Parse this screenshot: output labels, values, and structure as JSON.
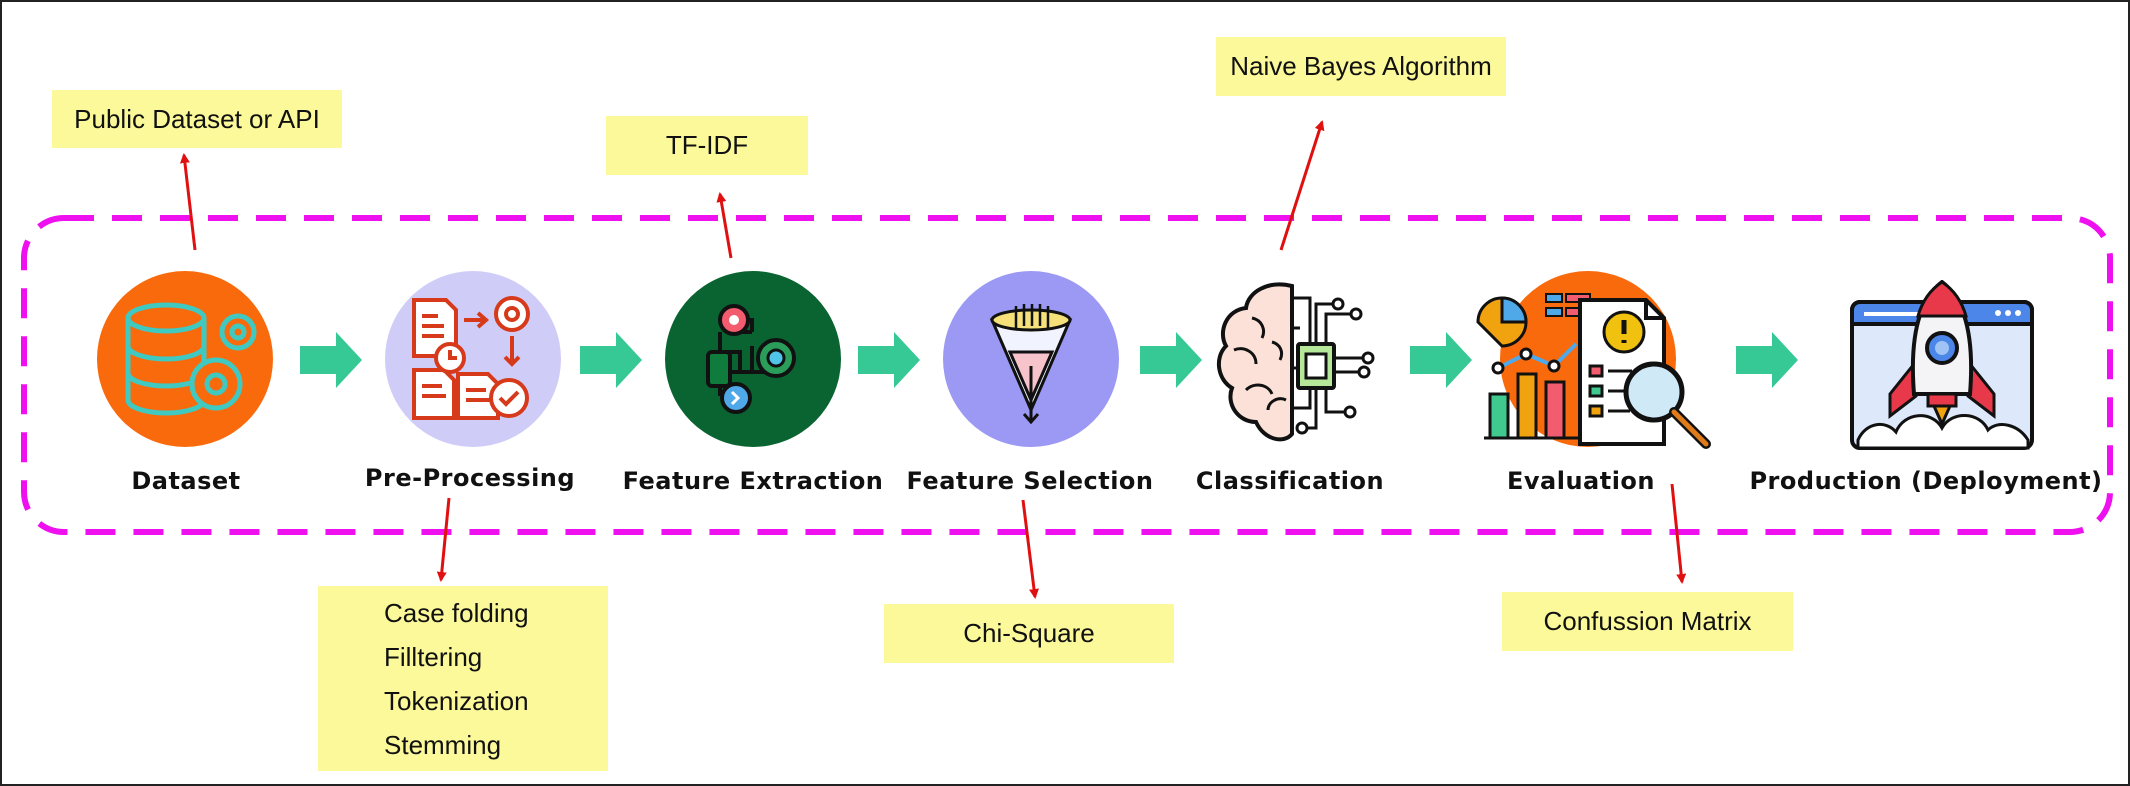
{
  "steps": [
    {
      "label": "Dataset",
      "icon": "database-gear-icon",
      "circle_color": "#f96a0c"
    },
    {
      "label": "Pre-Processing",
      "icon": "documents-process-icon",
      "circle_color": "#cfcdf8"
    },
    {
      "label": "Feature Extraction",
      "icon": "gear-network-icon",
      "circle_color": "#0a6431"
    },
    {
      "label": "Feature Selection",
      "icon": "funnel-filter-icon",
      "circle_color": "#9b99f3"
    },
    {
      "label": "Classification",
      "icon": "brain-chip-icon",
      "circle_color": ""
    },
    {
      "label": "Evaluation",
      "icon": "report-magnifier-icon",
      "circle_color": "#f96a0c"
    },
    {
      "label": "Production (Deployment)",
      "icon": "rocket-launch-icon",
      "circle_color": ""
    }
  ],
  "notes": {
    "dataset": "Public Dataset or API",
    "extraction": "TF-IDF",
    "classification": "Naive Bayes Algorithm",
    "preprocessing": [
      "Case folding",
      "Filltering",
      "Tokenization",
      "Stemming"
    ],
    "selection": "Chi-Square",
    "evaluation": "Confussion Matrix"
  },
  "colors": {
    "dashed_frame": "#ee10ee",
    "flow_arrow": "#36c995",
    "callout_arrow": "#e01010",
    "note_background": "#fbf99a"
  }
}
